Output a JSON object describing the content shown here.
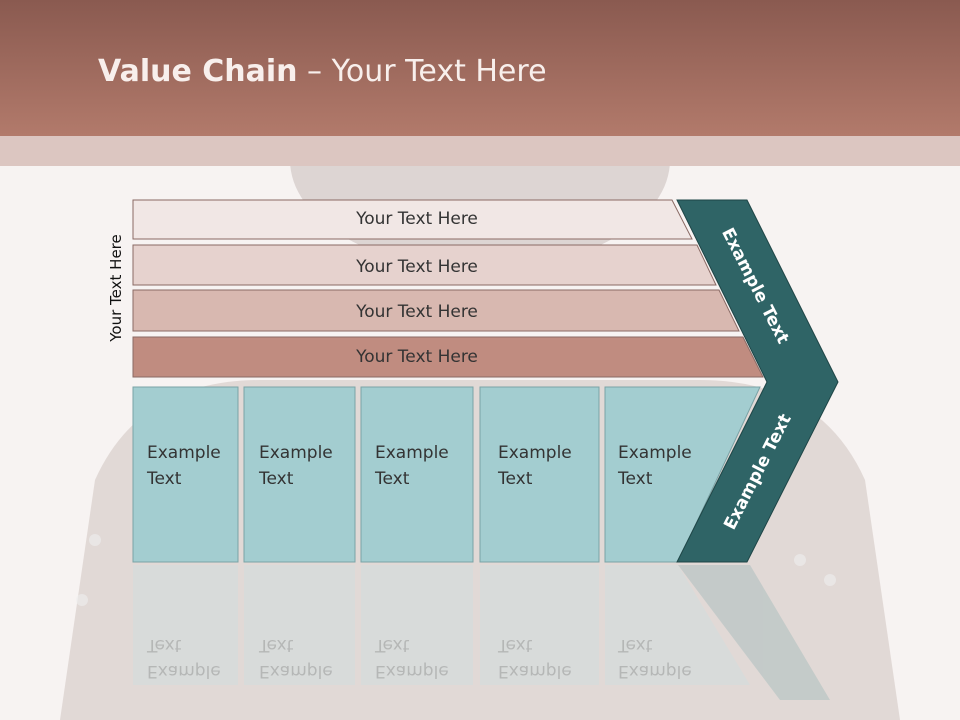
{
  "title": {
    "bold": "Value Chain",
    "rest": " – Your Text Here"
  },
  "side_label": "Your Text Here",
  "bars": [
    "Your Text Here",
    "Your Text Here",
    "Your Text Here",
    "Your Text Here"
  ],
  "boxes": [
    {
      "line1": "Example",
      "line2": "Text"
    },
    {
      "line1": "Example",
      "line2": "Text"
    },
    {
      "line1": "Example",
      "line2": "Text"
    },
    {
      "line1": "Example",
      "line2": "Text"
    },
    {
      "line1": "Example",
      "line2": "Text"
    }
  ],
  "chevron_top": "Example Text",
  "chevron_bottom": "Example Text",
  "colors": {
    "bar1": "#f1e7e5",
    "bar2": "#e6d2ce",
    "bar3": "#d8b8b0",
    "bar4": "#c08c80",
    "box": "#a3cdd0",
    "chevron": "#2f6466"
  }
}
